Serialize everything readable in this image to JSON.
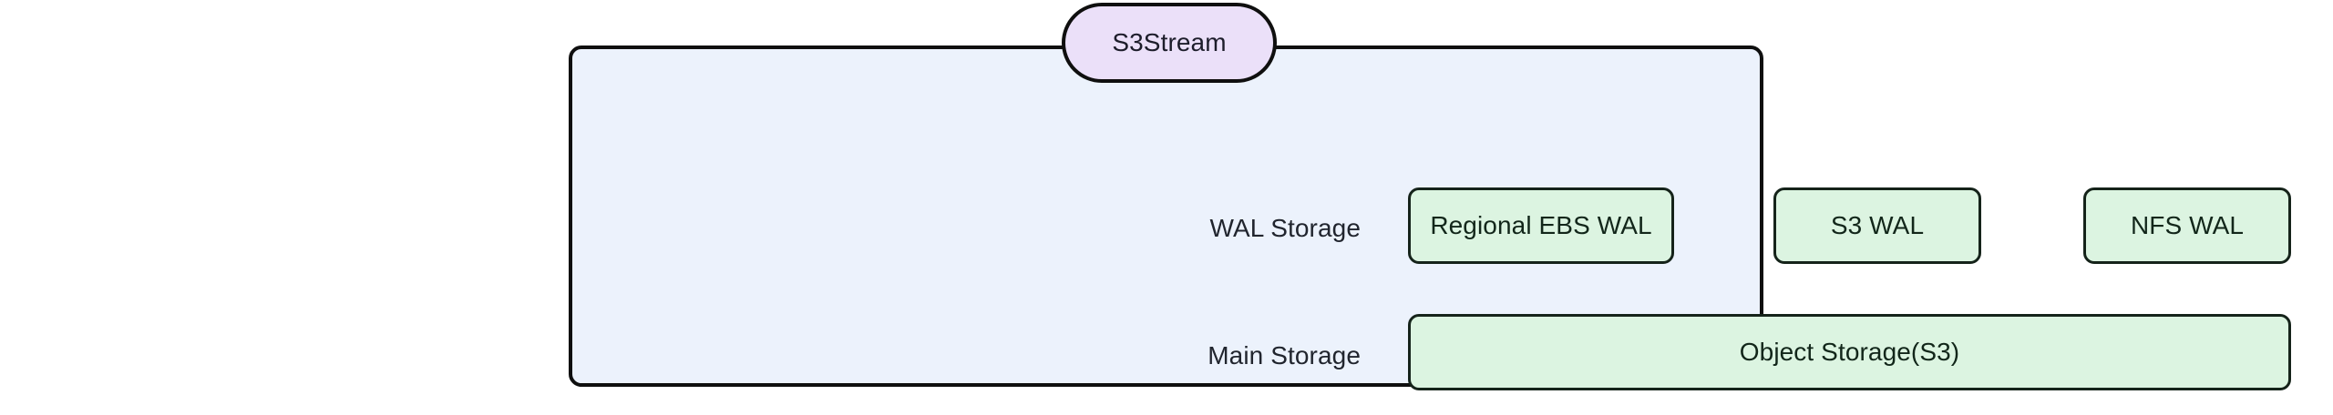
{
  "diagram": {
    "container": {
      "title": "S3Stream",
      "fill_color": "#ecf2fc",
      "border_color": "#0f0f0f",
      "title_fill_color": "#ebe0f9"
    },
    "rows": [
      {
        "label": "WAL Storage",
        "nodes": [
          {
            "label": "Regional EBS WAL"
          },
          {
            "label": "S3 WAL"
          },
          {
            "label": "NFS WAL"
          }
        ]
      },
      {
        "label": "Main Storage",
        "nodes": [
          {
            "label": "Object Storage(S3)"
          }
        ]
      }
    ],
    "node_fill_color": "#dcf4e1",
    "node_border_color": "#15231a"
  }
}
